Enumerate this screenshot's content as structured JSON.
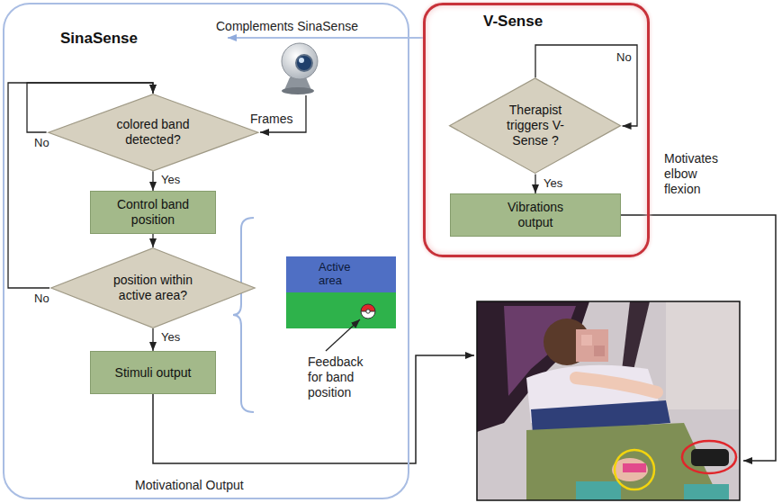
{
  "diagram": {
    "nodes": [
      {
        "text": [
          "SinaSense"
        ]
      },
      {
        "text": [
          "colored band detected?"
        ],
        "in": 0
      },
      {
        "text": [
          "Control band position"
        ],
        "in": 0
      },
      {
        "text": [
          "position within active area?"
        ],
        "in": 0
      },
      {
        "text": [
          "Stimuli output"
        ],
        "in": 0
      },
      {
        "text": [
          "Active area"
        ],
        "in": 0
      },
      {
        "text": [
          "V-Sense"
        ]
      },
      {
        "text": [
          "Therapist triggers V-Sense ?"
        ],
        "in": 6
      },
      {
        "text": [
          "Vibrations output"
        ],
        "in": 6
      }
    ],
    "edges": [
      {
        "from": 6,
        "to": 0,
        "arrow": "to",
        "label": "Complements SinaSense"
      },
      {
        "from": 1,
        "to": 1,
        "arrow": "to",
        "label": "No"
      },
      {
        "from": 1,
        "to": 2,
        "arrow": "to",
        "label": "Yes"
      },
      {
        "from": 2,
        "to": 3,
        "arrow": "to"
      },
      {
        "from": 3,
        "to": 1,
        "arrow": "to",
        "label": "No"
      },
      {
        "from": 3,
        "to": 4,
        "arrow": "to",
        "label": "Yes"
      },
      {
        "from": 7,
        "to": 7,
        "arrow": "to",
        "label": "No"
      },
      {
        "from": 7,
        "to": 8,
        "arrow": "to",
        "label": "Yes"
      }
    ],
    "labels": [
      "Frames",
      "Feedback for band position",
      "Motivational Output",
      "Motivates elbow flexion"
    ]
  }
}
